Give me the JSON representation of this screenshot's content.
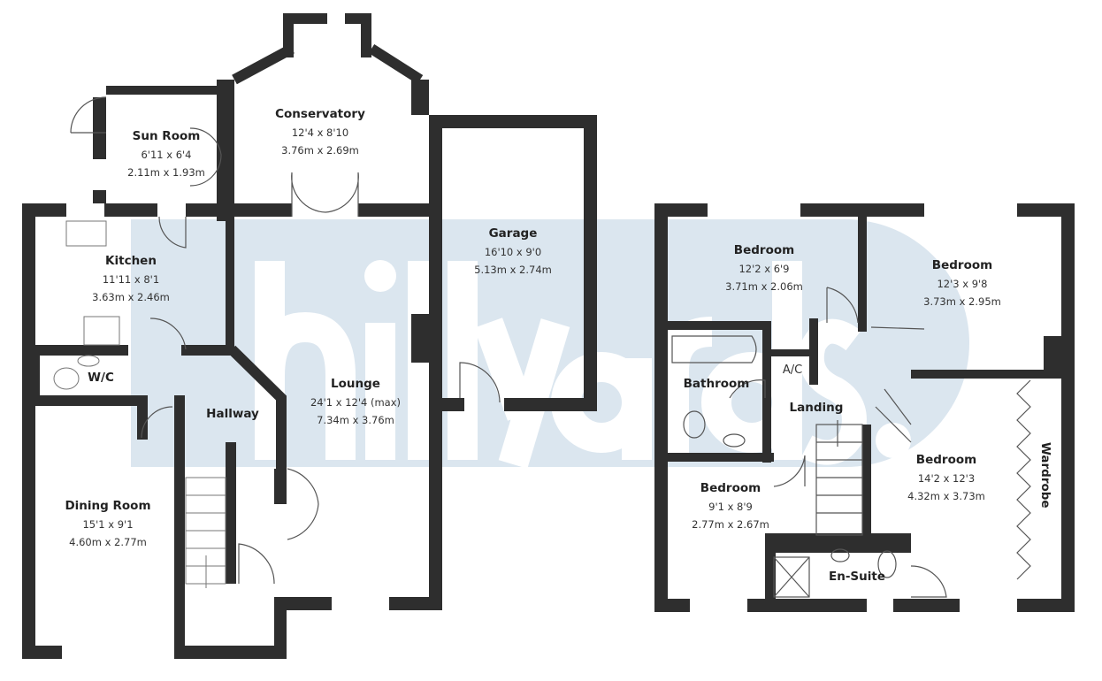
{
  "watermark": "hillyards.",
  "colors": {
    "wall": "#2e2e2e",
    "watermark_band": "#dbe6ef"
  },
  "ground_floor": [
    {
      "name": "Sun Room",
      "imperial": "6'11 x 6'4",
      "metric": "2.11m x 1.93m"
    },
    {
      "name": "Conservatory",
      "imperial": "12'4 x 8'10",
      "metric": "3.76m x 2.69m"
    },
    {
      "name": "Garage",
      "imperial": "16'10 x 9'0",
      "metric": "5.13m x 2.74m"
    },
    {
      "name": "Kitchen",
      "imperial": "11'11 x 8'1",
      "metric": "3.63m x 2.46m"
    },
    {
      "name": "W/C"
    },
    {
      "name": "Hallway"
    },
    {
      "name": "Lounge",
      "imperial": "24'1 x 12'4 (max)",
      "metric": "7.34m x 3.76m"
    },
    {
      "name": "Dining Room",
      "imperial": "15'1 x 9'1",
      "metric": "4.60m x 2.77m"
    }
  ],
  "first_floor": [
    {
      "name": "Bedroom",
      "imperial": "12'2 x 6'9",
      "metric": "3.71m x 2.06m"
    },
    {
      "name": "Bedroom",
      "imperial": "12'3 x 9'8",
      "metric": "3.73m x 2.95m"
    },
    {
      "name": "Bathroom"
    },
    {
      "name": "A/C"
    },
    {
      "name": "Landing"
    },
    {
      "name": "Bedroom",
      "imperial": "14'2 x 12'3",
      "metric": "4.32m x 3.73m"
    },
    {
      "name": "Bedroom",
      "imperial": "9'1 x 8'9",
      "metric": "2.77m x 2.67m"
    },
    {
      "name": "En-Suite"
    },
    {
      "name": "Wardrobe"
    }
  ]
}
